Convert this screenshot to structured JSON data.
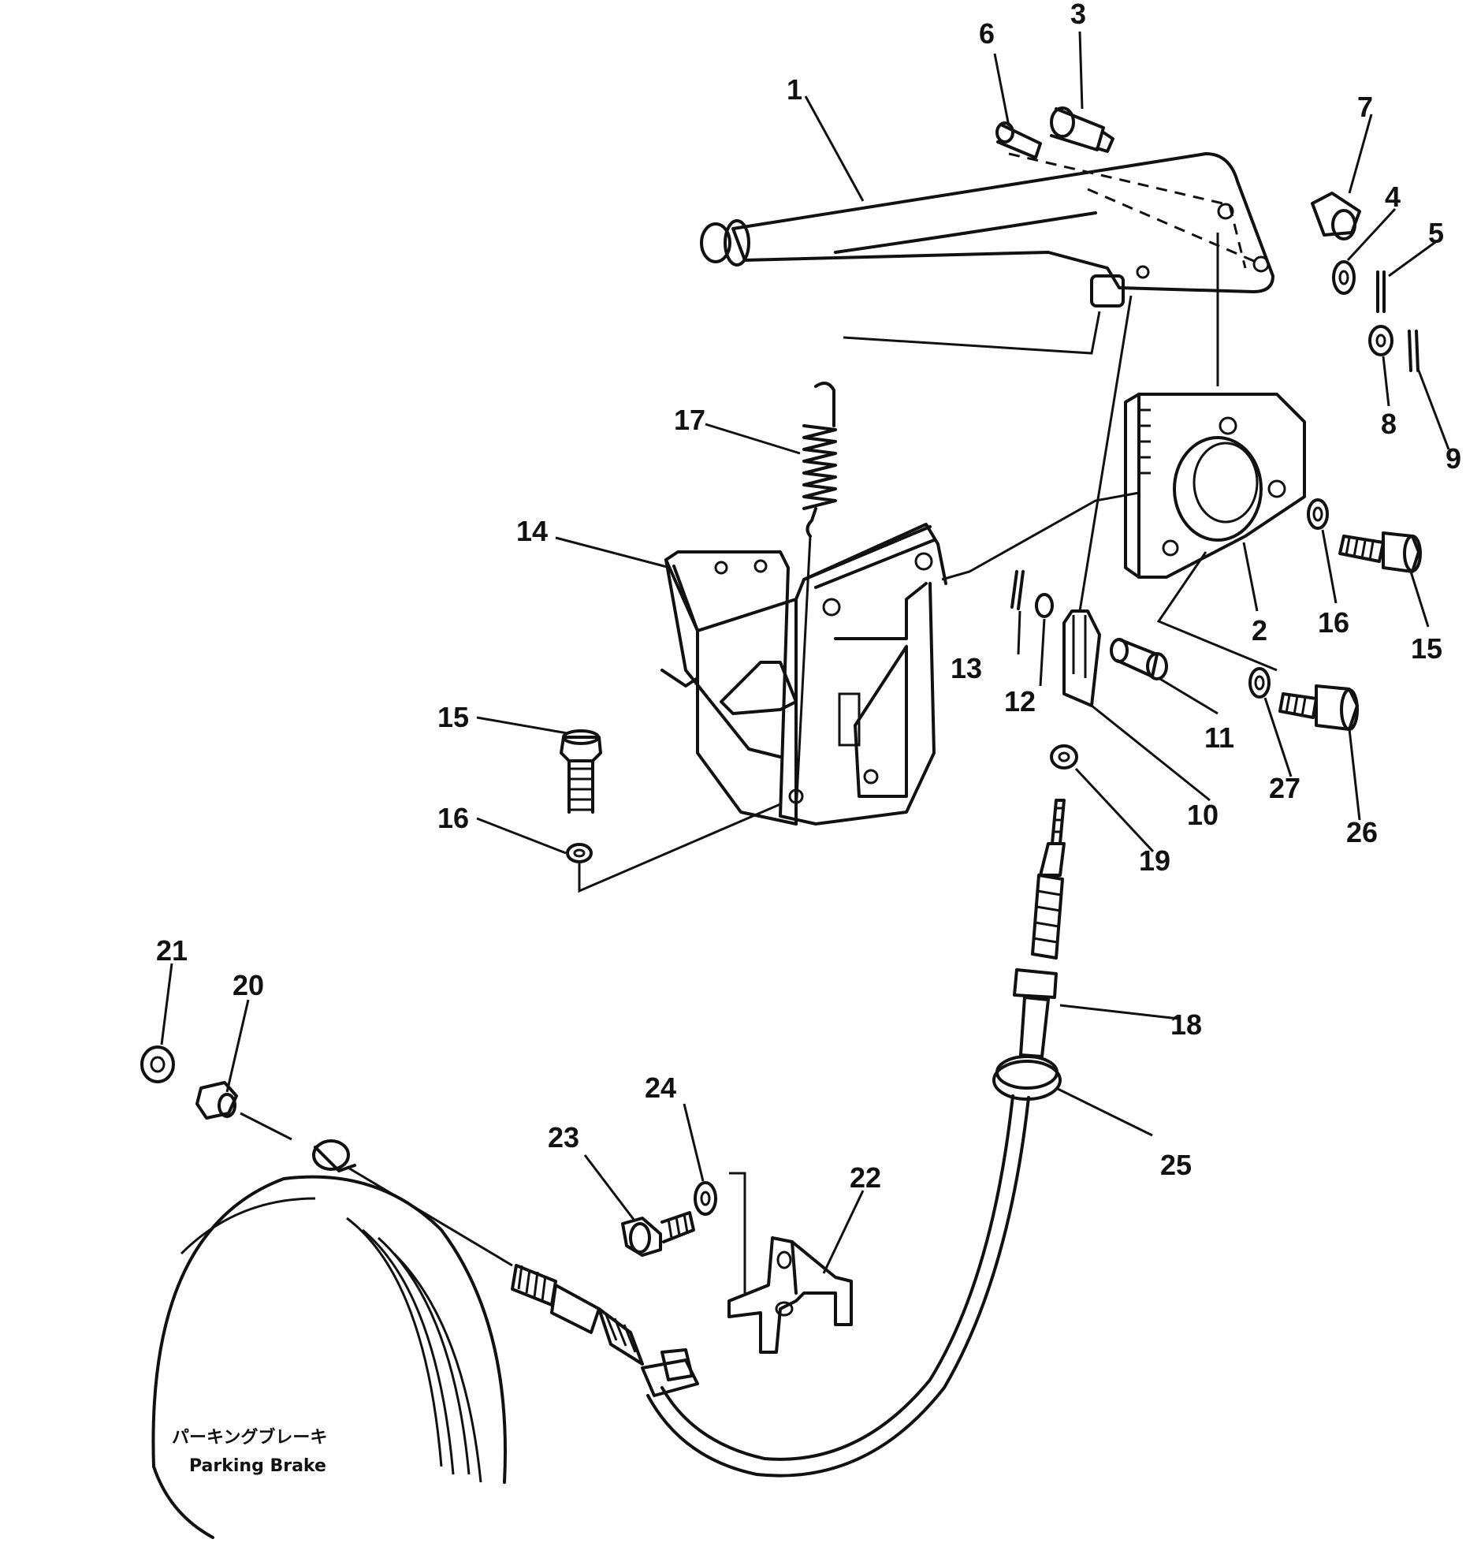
{
  "diagram": {
    "callouts": [
      "1",
      "2",
      "3",
      "4",
      "5",
      "6",
      "7",
      "8",
      "9",
      "10",
      "11",
      "12",
      "13",
      "14",
      "15",
      "16",
      "17",
      "18",
      "19",
      "20",
      "21",
      "22",
      "23",
      "24",
      "25",
      "26",
      "27"
    ],
    "repeat_callouts": [
      "15",
      "16"
    ],
    "caption_jp": "パーキングブレーキ",
    "caption_en": "Parking Brake"
  }
}
